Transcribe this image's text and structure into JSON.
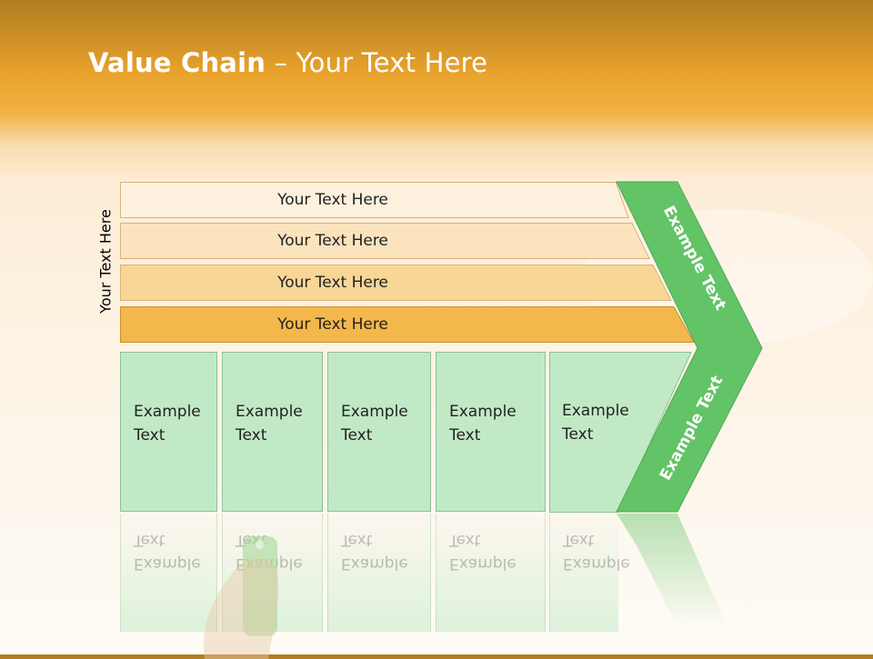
{
  "title": {
    "bold": "Value Chain",
    "rest": " – Your Text Here"
  },
  "side_label": "Your Text Here",
  "bands": [
    {
      "label": "Your Text Here",
      "color": "#fdf1de"
    },
    {
      "label": "Your Text Here",
      "color": "#fbe3bd"
    },
    {
      "label": "Your Text Here",
      "color": "#f8d695"
    },
    {
      "label": "Your Text Here",
      "color": "#f3b74c"
    }
  ],
  "cells": [
    {
      "line1": "Example",
      "line2": "Text"
    },
    {
      "line1": "Example",
      "line2": "Text"
    },
    {
      "line1": "Example",
      "line2": "Text"
    },
    {
      "line1": "Example",
      "line2": "Text"
    },
    {
      "line1": "Example",
      "line2": "Text"
    }
  ],
  "chevron": {
    "upper_label": "Example Text",
    "lower_label": "Example Text",
    "color": "#62c466"
  }
}
